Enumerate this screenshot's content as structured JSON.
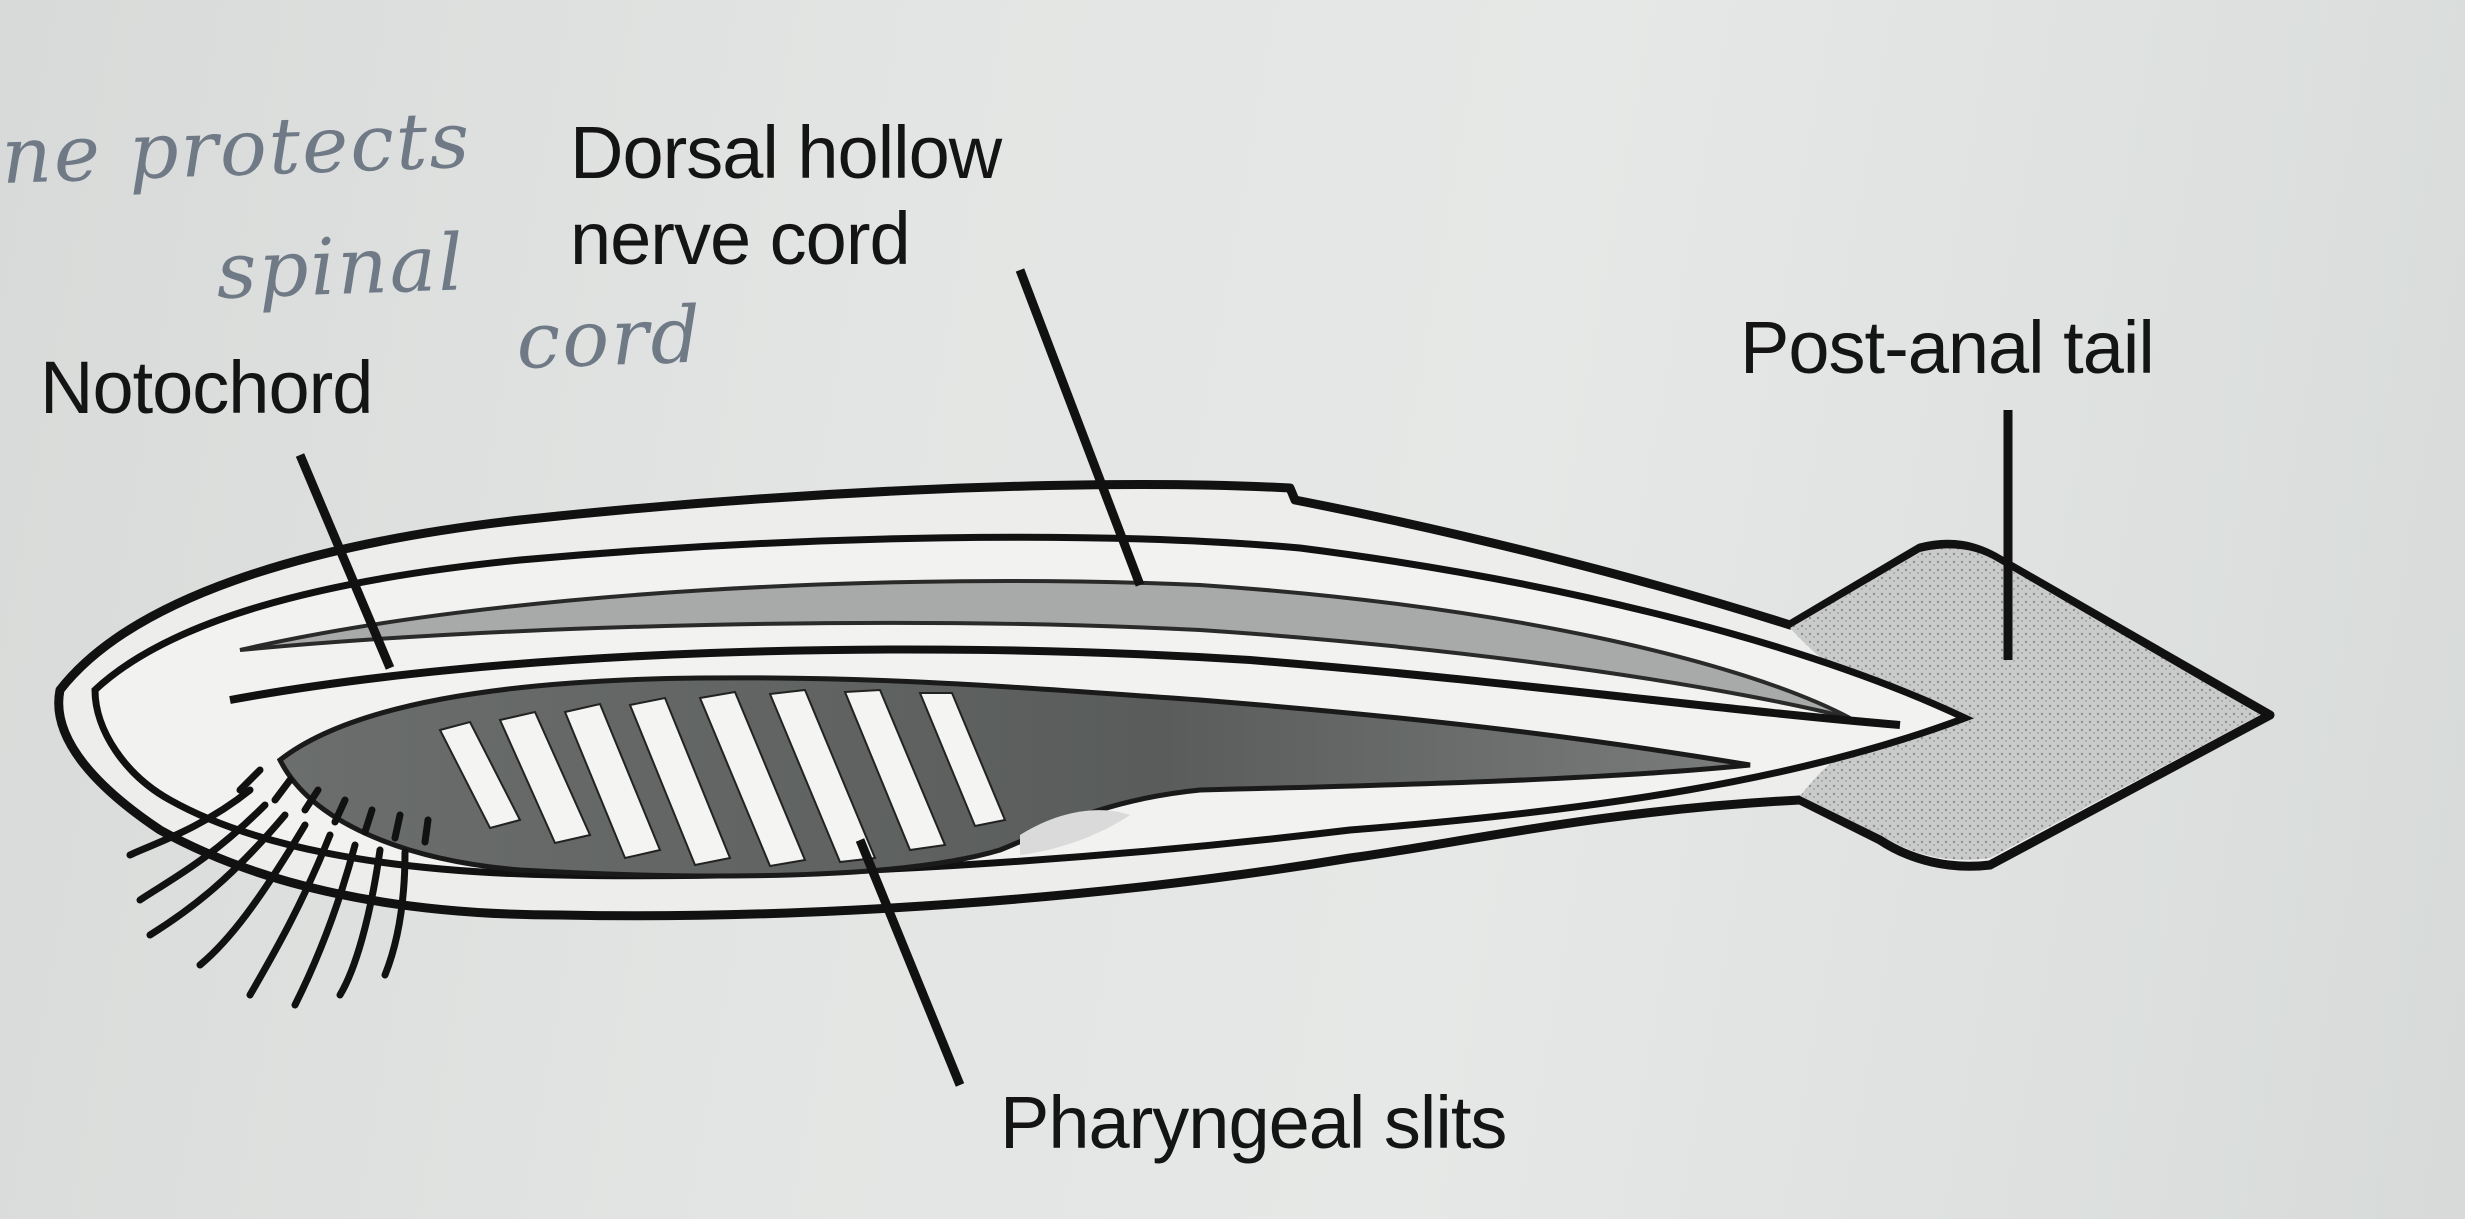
{
  "labels": {
    "dorsal": "Dorsal hollow nerve cord",
    "notochord": "Notochord",
    "tail": "Post-anal tail",
    "slits": "Pharyngeal slits"
  },
  "handwriting": {
    "line1": "ne protects",
    "line2": "spinal",
    "line3": "cord"
  },
  "colors": {
    "ink": "#141414",
    "pencil": "#6f7a86",
    "paper": "#e3e5e4",
    "shading": "#5f6261"
  }
}
